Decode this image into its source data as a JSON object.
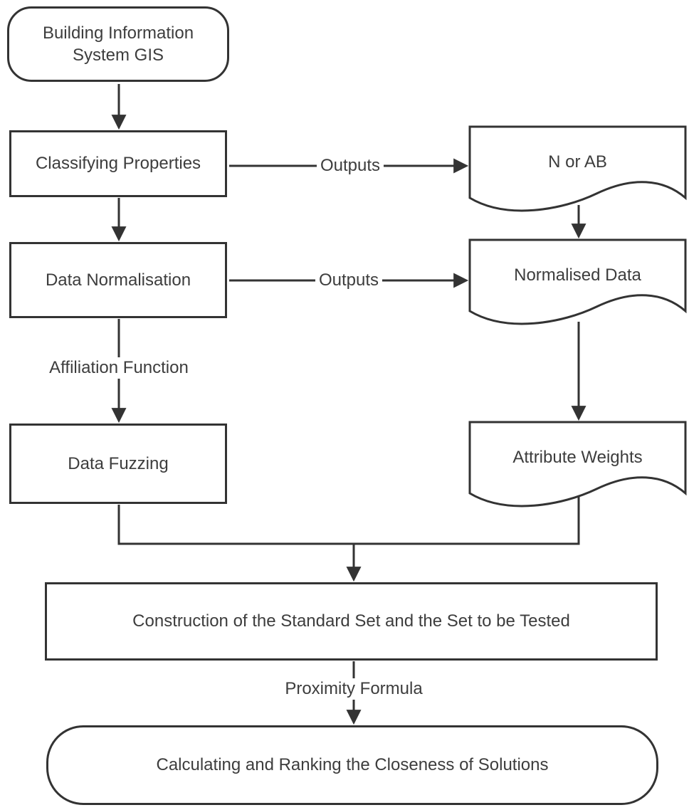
{
  "diagram": {
    "type": "flowchart",
    "background_color": "#ffffff",
    "stroke_color": "#333333",
    "text_color": "#3d3d3d",
    "nodes": {
      "building_info": {
        "label": "Building Information System GIS",
        "shape": "terminator"
      },
      "classifying": {
        "label": "Classifying Properties",
        "shape": "process"
      },
      "normalisation": {
        "label": "Data Normalisation",
        "shape": "process"
      },
      "fuzzing": {
        "label": "Data Fuzzing",
        "shape": "process"
      },
      "n_or_ab": {
        "label": "N or AB",
        "shape": "document"
      },
      "normalised_data": {
        "label": "Normalised Data",
        "shape": "document"
      },
      "attribute_weights": {
        "label": "Attribute Weights",
        "shape": "document"
      },
      "construction": {
        "label": "Construction of the Standard Set and the Set to be Tested",
        "shape": "process"
      },
      "calculating": {
        "label": "Calculating and Ranking the Closeness of Solutions",
        "shape": "terminator"
      }
    },
    "edge_labels": {
      "outputs_classifying": "Outputs",
      "outputs_normalisation": "Outputs",
      "affiliation_function": "Affiliation Function",
      "proximity_formula": "Proximity Formula"
    }
  }
}
